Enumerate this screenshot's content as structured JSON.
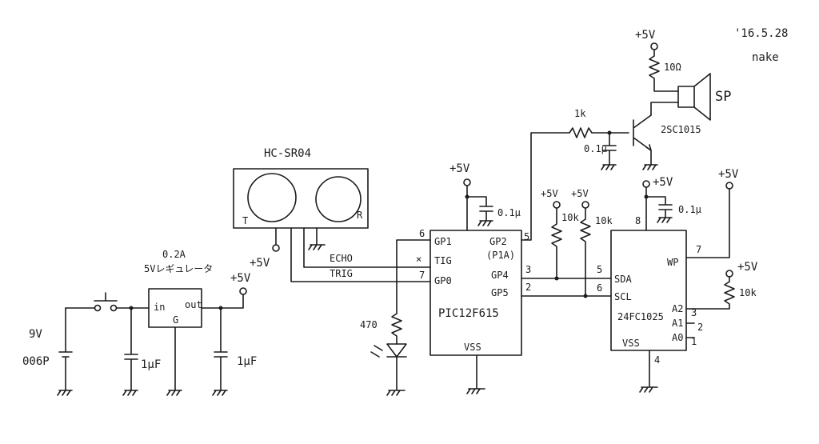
{
  "header": {
    "date": "'16.5.28",
    "author": "nake"
  },
  "sensor": {
    "name": "HC-SR04",
    "t_label": "T",
    "r_label": "R",
    "echo": "ECHO",
    "trig": "TRIG"
  },
  "regulator": {
    "current": "0.2A",
    "name": "5Vレギュレータ",
    "in_label": "in",
    "out_label": "out",
    "gnd_label": "G",
    "vout": "+5V"
  },
  "battery": {
    "voltage": "9V",
    "type": "006P"
  },
  "caps": {
    "reg_in": "1μF",
    "reg_out": "1μF",
    "pic_bypass": "0.1μ",
    "eeprom_bypass": "0.1μ",
    "base_cap": "0.1μ"
  },
  "pic": {
    "name": "PIC12F615",
    "vss": "VSS",
    "pins": {
      "gp1": "GP1",
      "tig": "TIG",
      "gp0": "GP0",
      "gp2": "GP2",
      "gp2_alt": "(P1A)",
      "gp4": "GP4",
      "gp5": "GP5"
    },
    "pin_numbers": {
      "gp1": "6",
      "tig": "×",
      "gp0": "7",
      "gp2": "5",
      "gp4": "3",
      "gp5": "2"
    }
  },
  "eeprom": {
    "name": "24FC1025",
    "vss": "VSS",
    "pins": {
      "sda": "SDA",
      "scl": "SCL",
      "wp": "WP",
      "a2": "A2",
      "a1": "A1",
      "a0": "A0"
    },
    "pin_numbers": {
      "vcc": "8",
      "sda": "5",
      "scl": "6",
      "wp": "7",
      "a2": "3",
      "a1": "2",
      "a0": "1",
      "vss": "4"
    }
  },
  "resistors": {
    "led": "470",
    "pullup_sda": "10k",
    "pullup_scl": "10k",
    "a2_pull": "10k",
    "base": "1k",
    "speaker": "10Ω"
  },
  "transistor": {
    "name": "2SC1015"
  },
  "speaker": {
    "label": "SP"
  },
  "supply": {
    "plus5": "+5V"
  }
}
